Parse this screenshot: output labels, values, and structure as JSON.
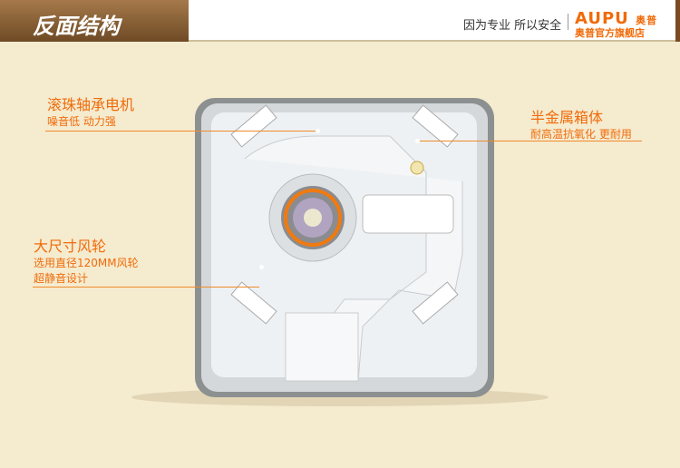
{
  "header": {
    "title": "反面结构",
    "slogan": "因为专业 所以安全",
    "brand": "AUPU",
    "brand_cn": "奥普",
    "store": "奥普官方旗舰店"
  },
  "callouts": [
    {
      "title": "滚珠轴承电机",
      "lines": [
        "噪音低  动力强"
      ]
    },
    {
      "title": "半金属箱体",
      "lines": [
        "耐高温抗氧化 更耐用"
      ]
    },
    {
      "title": "大尺寸风轮",
      "lines": [
        "选用直径120MM风轮",
        "超静音设计"
      ]
    }
  ],
  "colors": {
    "accent": "#f06b0a",
    "background": "#f5ebcf"
  }
}
